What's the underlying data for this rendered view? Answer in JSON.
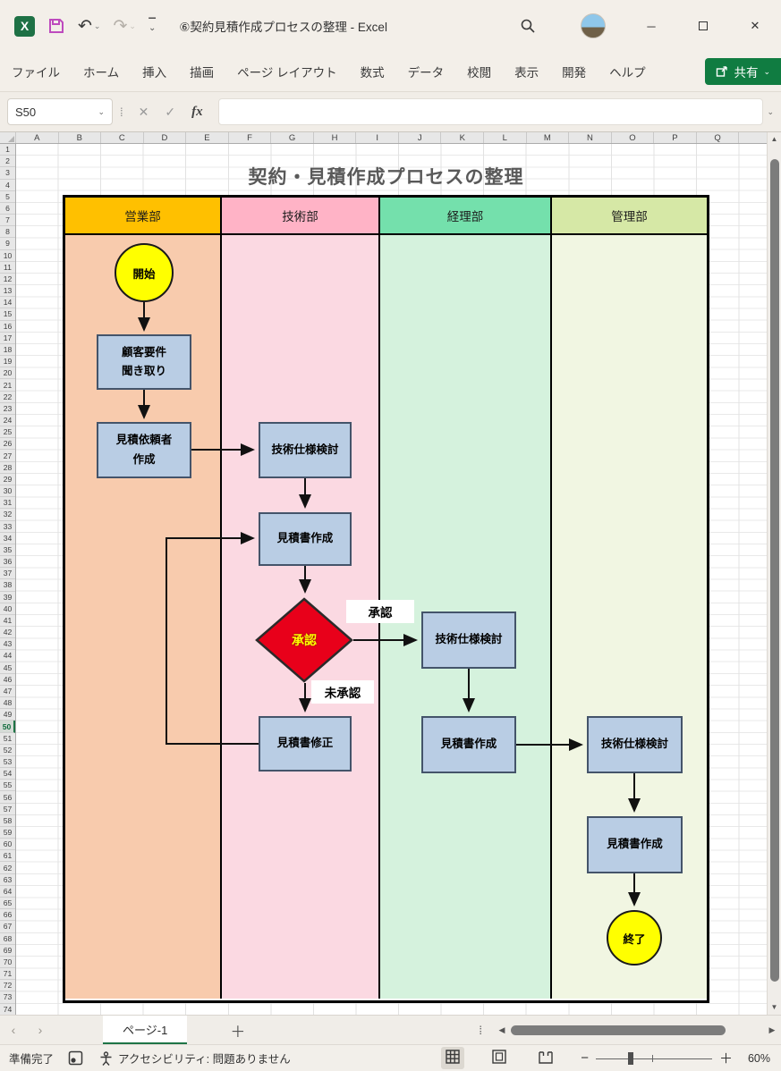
{
  "title_bar": {
    "title": "⑥契約見積作成プロセスの整理 - Excel"
  },
  "ribbon": {
    "tabs": [
      "ファイル",
      "ホーム",
      "挿入",
      "描画",
      "ページ レイアウト",
      "数式",
      "データ",
      "校閲",
      "表示",
      "開発",
      "ヘルプ"
    ],
    "share_label": "共有"
  },
  "formula_bar": {
    "name_box": "S50",
    "formula_value": ""
  },
  "grid": {
    "columns": [
      "A",
      "B",
      "C",
      "D",
      "E",
      "F",
      "G",
      "H",
      "I",
      "J",
      "K",
      "L",
      "M",
      "N",
      "O",
      "P",
      "Q"
    ],
    "row_first": 1,
    "row_last": 74,
    "selected_row": 50,
    "selected_cell": "S50"
  },
  "chart": {
    "title": "契約・見積作成プロセスの整理",
    "lanes": [
      {
        "label": "営業部",
        "header_color": "#FFC000",
        "body_color": "#F8CBAD"
      },
      {
        "label": "技術部",
        "header_color": "#FFB3C6",
        "body_color": "#FBD9E2"
      },
      {
        "label": "経理部",
        "header_color": "#74E0AC",
        "body_color": "#D5F2DD"
      },
      {
        "label": "管理部",
        "header_color": "#D6E8A6",
        "body_color": "#F1F6E2"
      }
    ],
    "nodes": {
      "start": {
        "label": "開始"
      },
      "hearing": {
        "line1": "顧客要件",
        "line2": "聞き取り"
      },
      "request": {
        "line1": "見積依頼者",
        "line2": "作成"
      },
      "tech_spec_review_tech": {
        "label": "技術仕様検討"
      },
      "quote_create_tech": {
        "label": "見積書作成"
      },
      "approval": {
        "label": "承認"
      },
      "quote_fix": {
        "label": "見積書修正"
      },
      "tech_spec_review_acct": {
        "label": "技術仕様検討"
      },
      "quote_create_acct": {
        "label": "見積書作成"
      },
      "tech_spec_review_admin": {
        "label": "技術仕様検討"
      },
      "quote_create_admin": {
        "label": "見積書作成"
      },
      "end": {
        "label": "終了"
      }
    },
    "edge_labels": {
      "approved": "承認",
      "rejected": "未承認"
    },
    "shape_colors": {
      "process_fill": "#B9CDE4",
      "process_border": "#44546A",
      "terminator_fill": "#FFFF00",
      "decision_fill": "#E8001A",
      "decision_text": "#FFFF00",
      "arrow": "#111111"
    }
  },
  "sheet_tabs": {
    "active": "ページ-1"
  },
  "status_bar": {
    "ready_label": "準備完了",
    "accessibility_label": "アクセシビリティ: 問題ありません",
    "zoom_level": "60%"
  }
}
